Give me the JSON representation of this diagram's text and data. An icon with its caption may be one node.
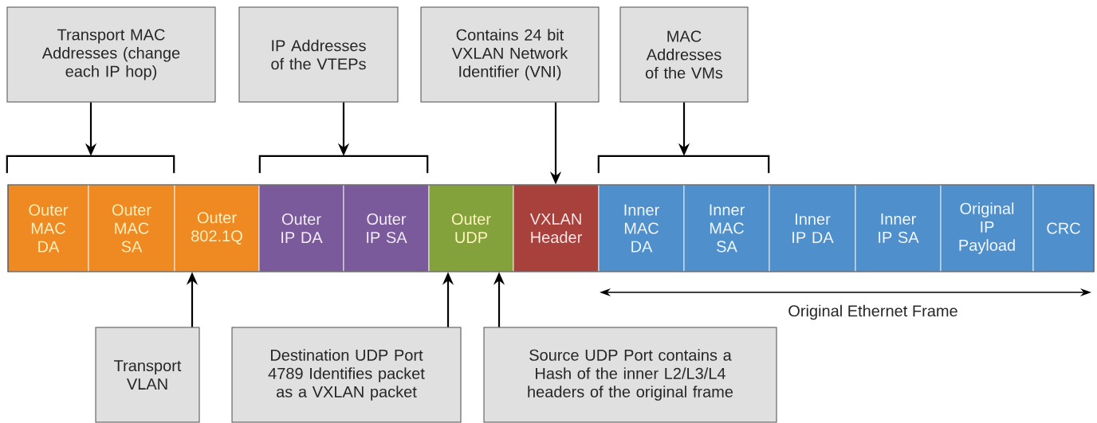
{
  "diagram": {
    "nodes": [
      {
        "text": [
          "Transport MAC Addresses (change each IP hop)"
        ]
      },
      {
        "text": [
          "IP Addresses of the VTEPs"
        ]
      },
      {
        "text": [
          "Contains 24 bit VXLAN Network Identifier (VNI)"
        ]
      },
      {
        "text": [
          "MAC Addresses of the VMs"
        ]
      },
      {
        "text": [],
        "shape": "bracket"
      },
      {
        "text": [],
        "shape": "bracket"
      },
      {
        "text": [],
        "shape": "bracket"
      },
      {
        "text": [
          "Outer MAC DA"
        ]
      },
      {
        "text": [
          "Outer MAC SA"
        ]
      },
      {
        "text": [
          "Outer 802.1Q"
        ]
      },
      {
        "text": [
          "Outer IP DA"
        ]
      },
      {
        "text": [
          "Outer IP SA"
        ]
      },
      {
        "text": [
          "Outer UDP"
        ]
      },
      {
        "text": [
          "VXLAN Header"
        ]
      },
      {
        "text": [
          "Inner MAC DA"
        ]
      },
      {
        "text": [
          "Inner MAC SA"
        ]
      },
      {
        "text": [
          "Inner IP DA"
        ]
      },
      {
        "text": [
          "Inner IP SA"
        ]
      },
      {
        "text": [
          "Original IP Payload"
        ]
      },
      {
        "text": [
          "CRC"
        ]
      },
      {
        "text": [
          "Transport VLAN"
        ]
      },
      {
        "text": [
          "Destination UDP Port 4789 Identifies packet as a VXLAN packet"
        ]
      },
      {
        "text": [
          "Source UDP Port contains a Hash of the inner L2/L3/L4 headers of the original frame"
        ]
      }
    ],
    "edges": [
      {
        "from": 0,
        "to": 4,
        "arrow": "to"
      },
      {
        "from": 1,
        "to": 5,
        "arrow": "to"
      },
      {
        "from": 2,
        "to": 13,
        "arrow": "to"
      },
      {
        "from": 3,
        "to": 6,
        "arrow": "to"
      },
      {
        "from": 20,
        "to": 9,
        "arrow": "to"
      },
      {
        "from": 21,
        "to": 12,
        "arrow": "to"
      },
      {
        "from": 22,
        "to": 12,
        "arrow": "to"
      }
    ],
    "labels": [
      "Original Ethernet Frame"
    ]
  }
}
